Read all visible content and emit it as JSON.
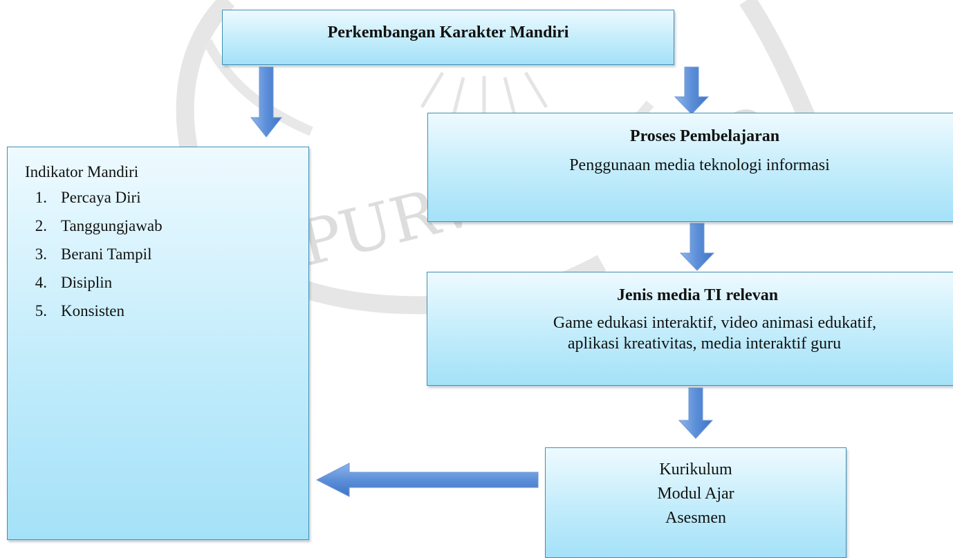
{
  "nodes": {
    "top": {
      "title": "Perkembangan Karakter Mandiri"
    },
    "proses": {
      "title": "Proses Pembelajaran",
      "text": "Penggunaan media teknologi informasi"
    },
    "jenis": {
      "title": "Jenis media TI relevan",
      "line1": "Game edukasi interaktif, video animasi edukatif,",
      "line2": "aplikasi kreativitas, media interaktif guru"
    },
    "kurikulum": {
      "items": [
        "Kurikulum",
        "Modul Ajar",
        "Asesmen"
      ]
    },
    "indikator": {
      "title": "Indikator Mandiri",
      "items": [
        {
          "num": "1.",
          "label": "Percaya Diri"
        },
        {
          "num": "2.",
          "label": "Tanggungjawab"
        },
        {
          "num": "3.",
          "label": "Berani Tampil"
        },
        {
          "num": "4.",
          "label": "Disiplin"
        },
        {
          "num": "5.",
          "label": "Konsisten"
        }
      ]
    }
  },
  "watermark": {
    "text": "PURWOKERTO",
    "color": "#d9d9d9"
  },
  "colors": {
    "box_border": "#3f8fb5",
    "box_fill_top": "#eefaff",
    "box_fill_bottom": "#a4e1f8",
    "arrow": "#5b8fd6"
  }
}
